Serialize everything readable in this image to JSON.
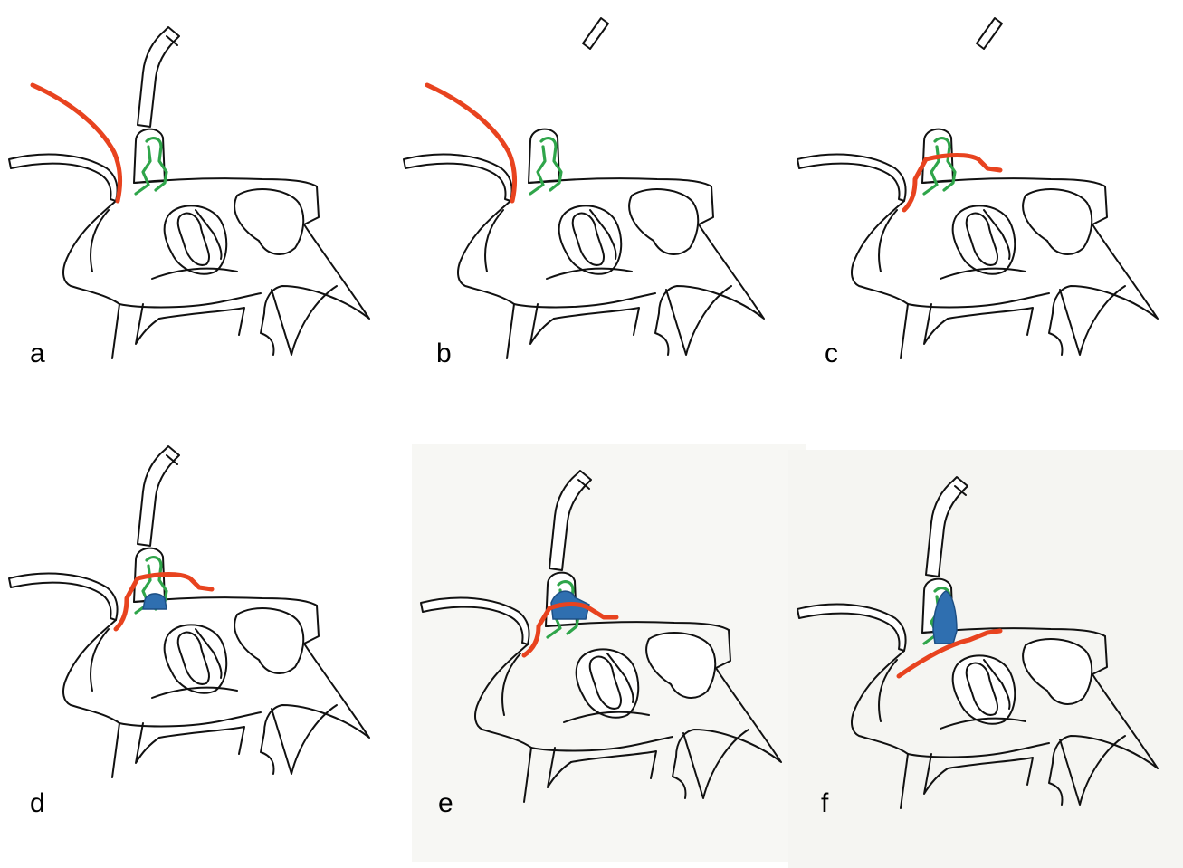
{
  "figure": {
    "colors": {
      "outline": "#111111",
      "bone_fill": "#ffffff",
      "red_line": "#e8431f",
      "green_line": "#2fa54a",
      "blue_fill": "#2f6fb0"
    },
    "panels": [
      {
        "id": "a",
        "label": "a",
        "red_line": "anterior",
        "nasal_bone": "full",
        "blue_fill": "none"
      },
      {
        "id": "b",
        "label": "b",
        "red_line": "anterior",
        "nasal_bone": "fragment",
        "blue_fill": "none"
      },
      {
        "id": "c",
        "label": "c",
        "red_line": "over-top",
        "nasal_bone": "fragment",
        "blue_fill": "none"
      },
      {
        "id": "d",
        "label": "d",
        "red_line": "over-top",
        "nasal_bone": "full",
        "blue_fill": "small"
      },
      {
        "id": "e",
        "label": "e",
        "red_line": "over-top-extended",
        "nasal_bone": "full",
        "blue_fill": "medium"
      },
      {
        "id": "f",
        "label": "f",
        "red_line": "diagonal",
        "nasal_bone": "full",
        "blue_fill": "large"
      }
    ]
  }
}
